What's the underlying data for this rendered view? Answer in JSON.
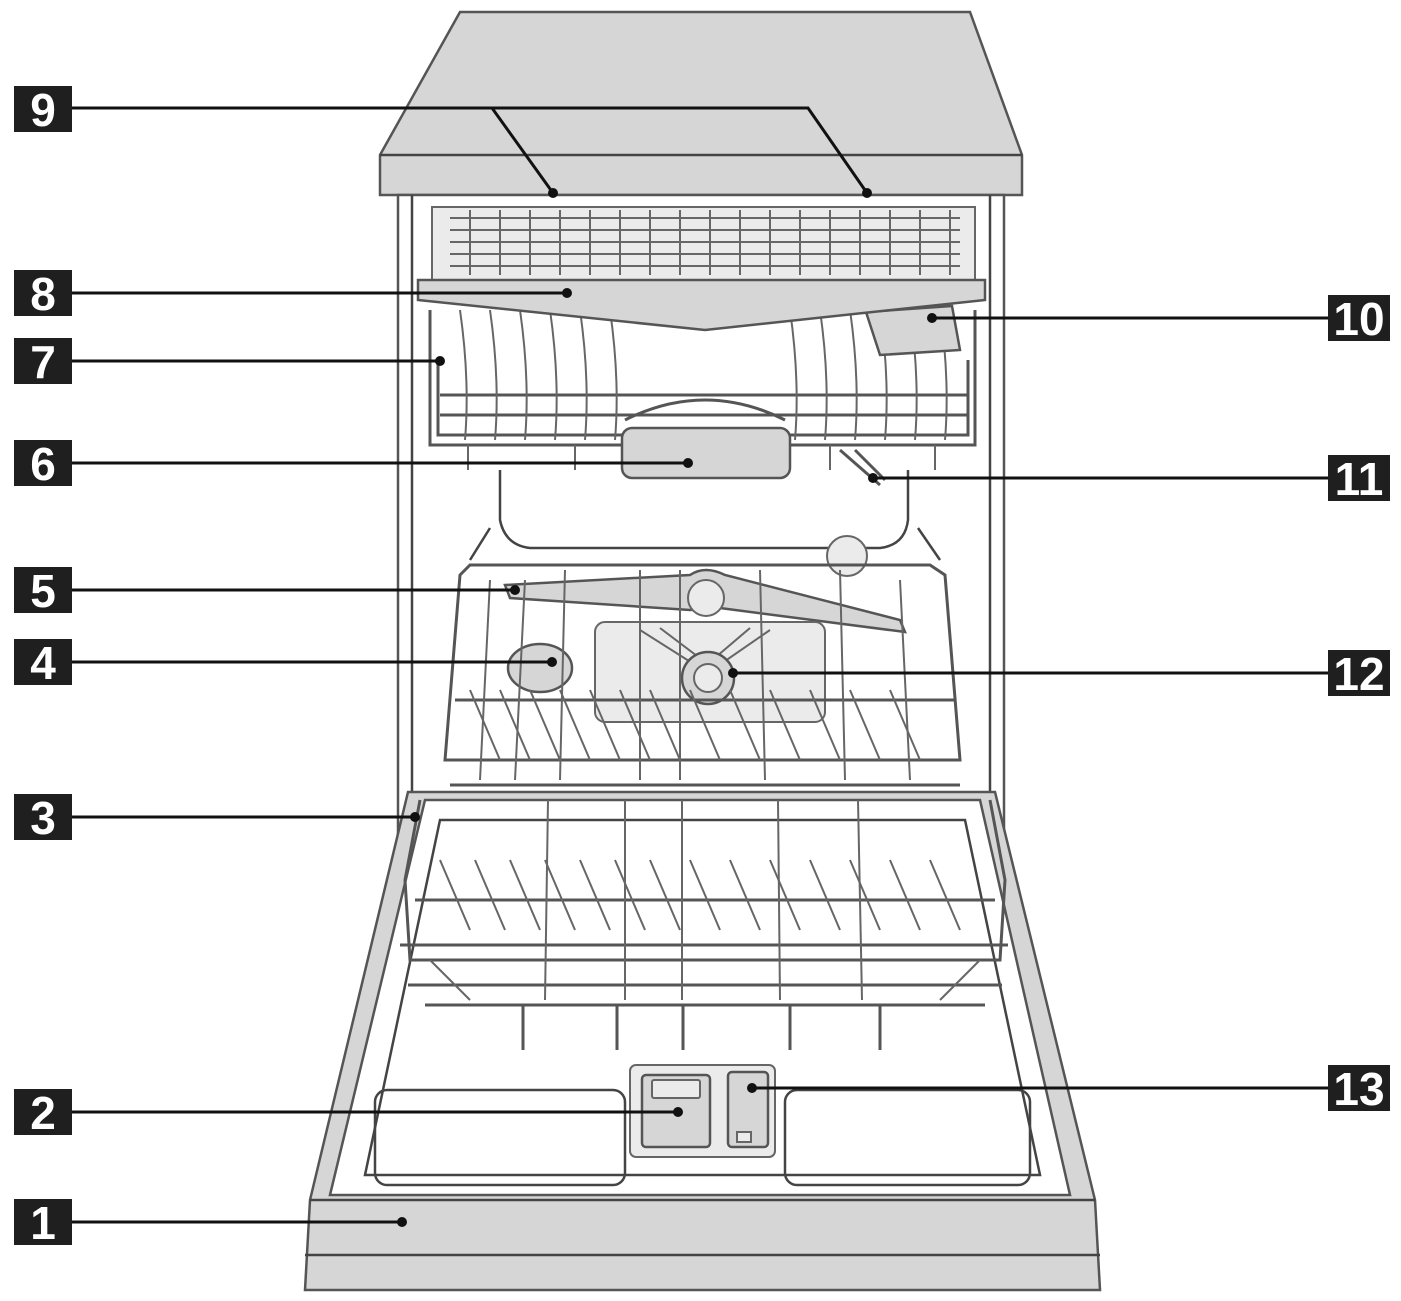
{
  "labels": {
    "l1": "1",
    "l2": "2",
    "l3": "3",
    "l4": "4",
    "l5": "5",
    "l6": "6",
    "l7": "7",
    "l8": "8",
    "l9": "9",
    "l10": "10",
    "l11": "11",
    "l12": "12",
    "l13": "13"
  },
  "colors": {
    "label_box": "#1f1f1f",
    "label_text": "#ffffff",
    "appliance_gray": "#d6d6d6"
  }
}
